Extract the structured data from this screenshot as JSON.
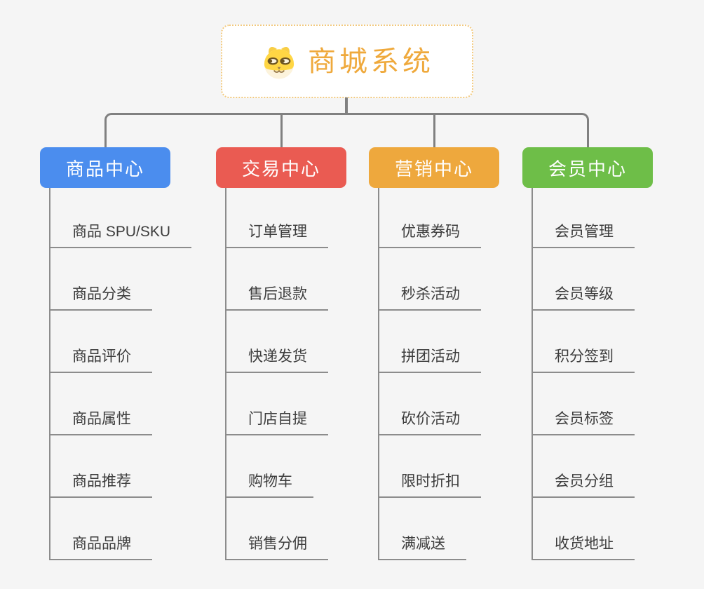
{
  "root": {
    "title": "商城系统",
    "icon": "doge-icon"
  },
  "colors": {
    "background": "#F5F5F5",
    "connector": "#808080",
    "leaf_line": "#8C8C8C",
    "leaf_text": "#3C3C3C",
    "root_text": "#EFA93C",
    "root_border": "#F2C97E",
    "branch_product": "#4B8DEE",
    "branch_trade": "#EA5B52",
    "branch_marketing": "#EEA83D",
    "branch_member": "#6EBE48"
  },
  "branches": [
    {
      "label": "商品中心",
      "color": "#4B8DEE",
      "children": [
        "商品 SPU/SKU",
        "商品分类",
        "商品评价",
        "商品属性",
        "商品推荐",
        "商品品牌"
      ]
    },
    {
      "label": "交易中心",
      "color": "#EA5B52",
      "children": [
        "订单管理",
        "售后退款",
        "快递发货",
        "门店自提",
        "购物车",
        "销售分佣"
      ]
    },
    {
      "label": "营销中心",
      "color": "#EEA83D",
      "children": [
        "优惠券码",
        "秒杀活动",
        "拼团活动",
        "砍价活动",
        "限时折扣",
        "满减送"
      ]
    },
    {
      "label": "会员中心",
      "color": "#6EBE48",
      "children": [
        "会员管理",
        "会员等级",
        "积分签到",
        "会员标签",
        "会员分组",
        "收货地址"
      ]
    }
  ]
}
